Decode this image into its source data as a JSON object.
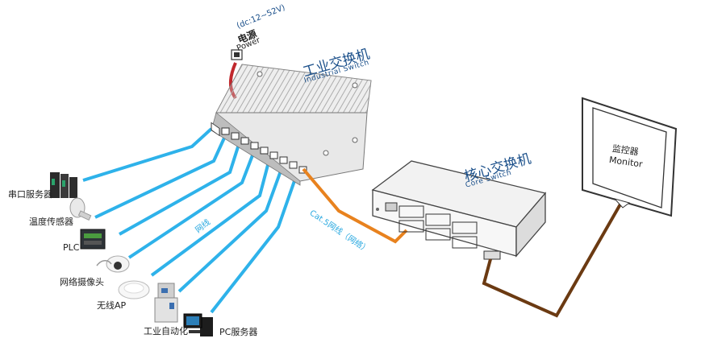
{
  "power": {
    "voltage": "(dc:12~52V)",
    "label_cn": "电源",
    "label_en": "Power"
  },
  "industrial_switch": {
    "title_cn": "工业交换机",
    "title_en": "Industrial Switch"
  },
  "core_switch": {
    "title_cn": "核心交换机",
    "title_en": "Core Switch"
  },
  "monitor": {
    "label_cn": "监控器",
    "label_en": "Monitor"
  },
  "cables": {
    "network_label": "网线",
    "cat5_label": "Cat.5网线（网络）"
  },
  "devices": [
    {
      "label": "串口服务器"
    },
    {
      "label": "温度传感器"
    },
    {
      "label": "PLC"
    },
    {
      "label": "网络摄像头"
    },
    {
      "label": "无线AP"
    },
    {
      "label": "工业自动化"
    },
    {
      "label": "PC服务器"
    }
  ],
  "colors": {
    "ethernet_cable": "#2eb2ea",
    "cat5_cable": "#e8821e",
    "monitor_cable": "#6b3a12",
    "power_cable": "#c0282d",
    "title_text": "#1a4f8a"
  }
}
